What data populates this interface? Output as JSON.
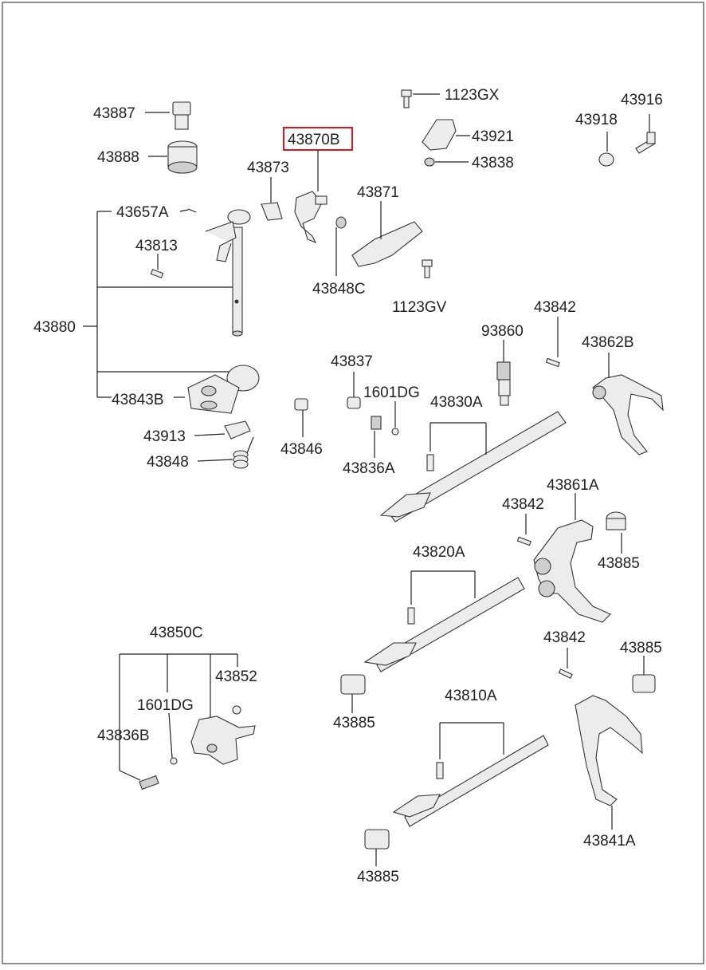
{
  "labels": {
    "p43887": "43887",
    "p43888": "43888",
    "p43870B": "43870B",
    "p43873": "43873",
    "p1123GX": "1123GX",
    "p43921": "43921",
    "p43838": "43838",
    "p43918": "43918",
    "p43916": "43916",
    "p43657A": "43657A",
    "p43871": "43871",
    "p43813": "43813",
    "p43848C": "43848C",
    "p1123GV": "1123GV",
    "p43880": "43880",
    "p43842a": "43842",
    "p93860": "93860",
    "p43862B": "43862B",
    "p43837": "43837",
    "p1601DGa": "1601DG",
    "p43830A": "43830A",
    "p43843B": "43843B",
    "p43846": "43846",
    "p43913": "43913",
    "p43848": "43848",
    "p43836A": "43836A",
    "p43861A": "43861A",
    "p43842b": "43842",
    "p43885a": "43885",
    "p43820A": "43820A",
    "p43850C": "43850C",
    "p43842c": "43842",
    "p43885b": "43885",
    "p43852": "43852",
    "p1601DGb": "1601DG",
    "p43836B": "43836B",
    "p43885c": "43885",
    "p43810A": "43810A",
    "p43841A": "43841A",
    "p43885d": "43885"
  },
  "highlight_color": "#e0141b"
}
